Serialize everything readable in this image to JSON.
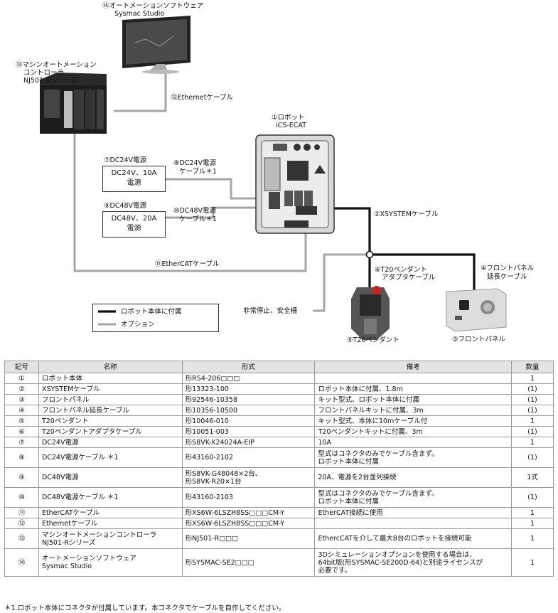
{
  "diagram": {
    "software_label": "⑭オートメーションソフトウェア",
    "software_sub": "Sysmac Studio",
    "controller_label1": "⑬マシンオートメーション",
    "controller_label2": "コントローラ",
    "controller_label3": "NJ501-Rシリーズ",
    "ethernet_label": "⑫Ethernetケーブル",
    "robot_label": "①ロボット",
    "robot_sub": "iCS-ECAT",
    "dc24_label": "⑦DC24V電源",
    "dc24_box1": "DC24V、10A",
    "dc24_box2": "電源",
    "dc24_cable1": "⑧DC24V電源",
    "dc24_cable2": "ケーブル＊1",
    "dc48_label": "⑨DC48V電源",
    "dc48_box1": "DC48V、20A",
    "dc48_box2": "電源",
    "dc48_cable1": "⑩DC48V電源",
    "dc48_cable2": "ケーブル＊1",
    "xsystem_label": "②XSYSTEMケーブル",
    "ethercat_label": "⑪EtherCATケーブル",
    "adapter_label1": "⑥T20ペンダント",
    "adapter_label2": "アダプタケーブル",
    "frontpanel_ext1": "④フロントパネル",
    "frontpanel_ext2": "延長ケーブル",
    "emergency_label": "非常停止、安全柵",
    "pendant_label": "⑤T20ペンダント",
    "frontpanel_label": "③フロントパネル",
    "legend_attached": "ロボット本体に付属",
    "legend_option": "オプション",
    "colors": {
      "attached": "#111111",
      "option": "#a6a6a6"
    }
  },
  "table": {
    "headers": [
      "記号",
      "名称",
      "形式",
      "備考",
      "数量"
    ],
    "rows": [
      {
        "sym": "①",
        "name": [
          "ロボット本体"
        ],
        "model": [
          "形RS4-206□□□"
        ],
        "note": [
          ""
        ],
        "qty": "1"
      },
      {
        "sym": "②",
        "name": [
          "XSYSTEMケーブル"
        ],
        "model": [
          "形13323-100"
        ],
        "note": [
          "ロボット本体に付属、1.8m"
        ],
        "qty": "(1)"
      },
      {
        "sym": "③",
        "name": [
          "フロントパネル"
        ],
        "model": [
          "形92546-10358"
        ],
        "note": [
          "キット型式、ロボット本体に付属"
        ],
        "qty": "(1)"
      },
      {
        "sym": "④",
        "name": [
          "フロントパネル延長ケーブル"
        ],
        "model": [
          "形10356-10500"
        ],
        "note": [
          "フロントパネルキットに付属、3m"
        ],
        "qty": "(1)"
      },
      {
        "sym": "⑤",
        "name": [
          "T20ペンダント"
        ],
        "model": [
          "形10046-010"
        ],
        "note": [
          "キット型式、本体に10mケーブル付"
        ],
        "qty": "1"
      },
      {
        "sym": "⑥",
        "name": [
          "T20ペンダントアダプタケーブル"
        ],
        "model": [
          "形10051-003"
        ],
        "note": [
          "T20ペンダントキットに付属、3m"
        ],
        "qty": "(1)"
      },
      {
        "sym": "⑦",
        "name": [
          "DC24V電源"
        ],
        "model": [
          "形S8VK-X24024A-EIP"
        ],
        "note": [
          "10A"
        ],
        "qty": "1"
      },
      {
        "sym": "⑧",
        "name": [
          "DC24V電源ケーブル ＊1"
        ],
        "model": [
          "形43160-2102"
        ],
        "note": [
          "型式はコネクタのみでケーブル含まず。",
          "ロボット本体に付属"
        ],
        "qty": "(1)"
      },
      {
        "sym": "⑨",
        "name": [
          "DC48V電源"
        ],
        "model": [
          "形S8VK-G48048×2台、",
          "形S8VK-R20×1台"
        ],
        "note": [
          "20A、電源を2台並列接続"
        ],
        "qty": "1式"
      },
      {
        "sym": "⑩",
        "name": [
          "DC48V電源ケーブル ＊1"
        ],
        "model": [
          "形43160-2103"
        ],
        "note": [
          "型式はコネクタのみでケーブル含まず。",
          "ロボット本体に付属"
        ],
        "qty": "(1)"
      },
      {
        "sym": "⑪",
        "name": [
          "EtherCATケーブル"
        ],
        "model": [
          "形XS6W-6LSZH8SS□□□CM-Y"
        ],
        "note": [
          "EtherCAT接続に使用"
        ],
        "qty": "1"
      },
      {
        "sym": "⑫",
        "name": [
          "Ethernetケーブル"
        ],
        "model": [
          "形XS6W-6LSZH8SS□□□CM-Y"
        ],
        "note": [
          ""
        ],
        "qty": "1"
      },
      {
        "sym": "⑬",
        "name": [
          "マシンオートメーションコントローラ",
          "NJ501-Rシリーズ"
        ],
        "model": [
          "形NJ501-R□□□"
        ],
        "note": [
          "EthercCATを介して最大8台のロボットを接続可能"
        ],
        "qty": "1"
      },
      {
        "sym": "⑭",
        "name": [
          "オートメーションソフトウェア",
          "Sysmac Studio"
        ],
        "model": [
          "形SYSMAC-SE2□□□"
        ],
        "note": [
          "3Dシミュレーションオプションを使用する場合は、",
          "64bit版(形SYSMAC-SE200D-64)と別途ライセンスが",
          "必要です。"
        ],
        "qty": "1"
      }
    ]
  },
  "footnote": "＊1.ロボット本体にコネクタが付属しています。本コネクタでケーブルを自作してください。"
}
